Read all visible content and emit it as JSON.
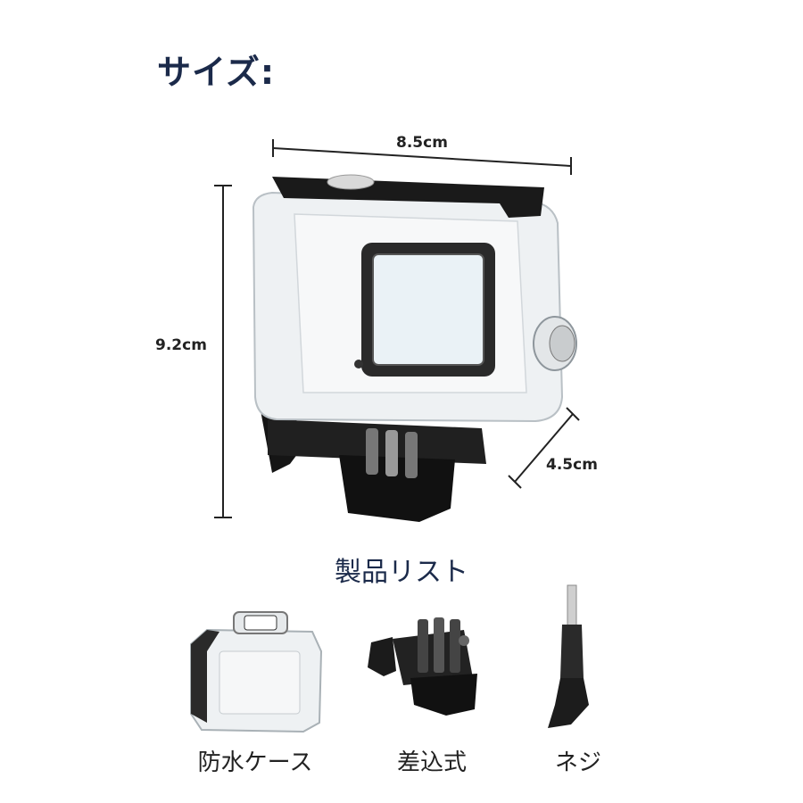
{
  "page": {
    "title": "サイズ:",
    "section_title": "製品リスト"
  },
  "dimensions": {
    "width": "8.5cm",
    "height": "9.2cm",
    "depth": "4.5cm"
  },
  "items": [
    {
      "label": "防水ケース"
    },
    {
      "label": "差込式"
    },
    {
      "label": "ネジ"
    }
  ],
  "colors": {
    "heading": "#1b2a4a",
    "case_black": "#1a1a1a",
    "case_clear": "#e9edf0"
  }
}
